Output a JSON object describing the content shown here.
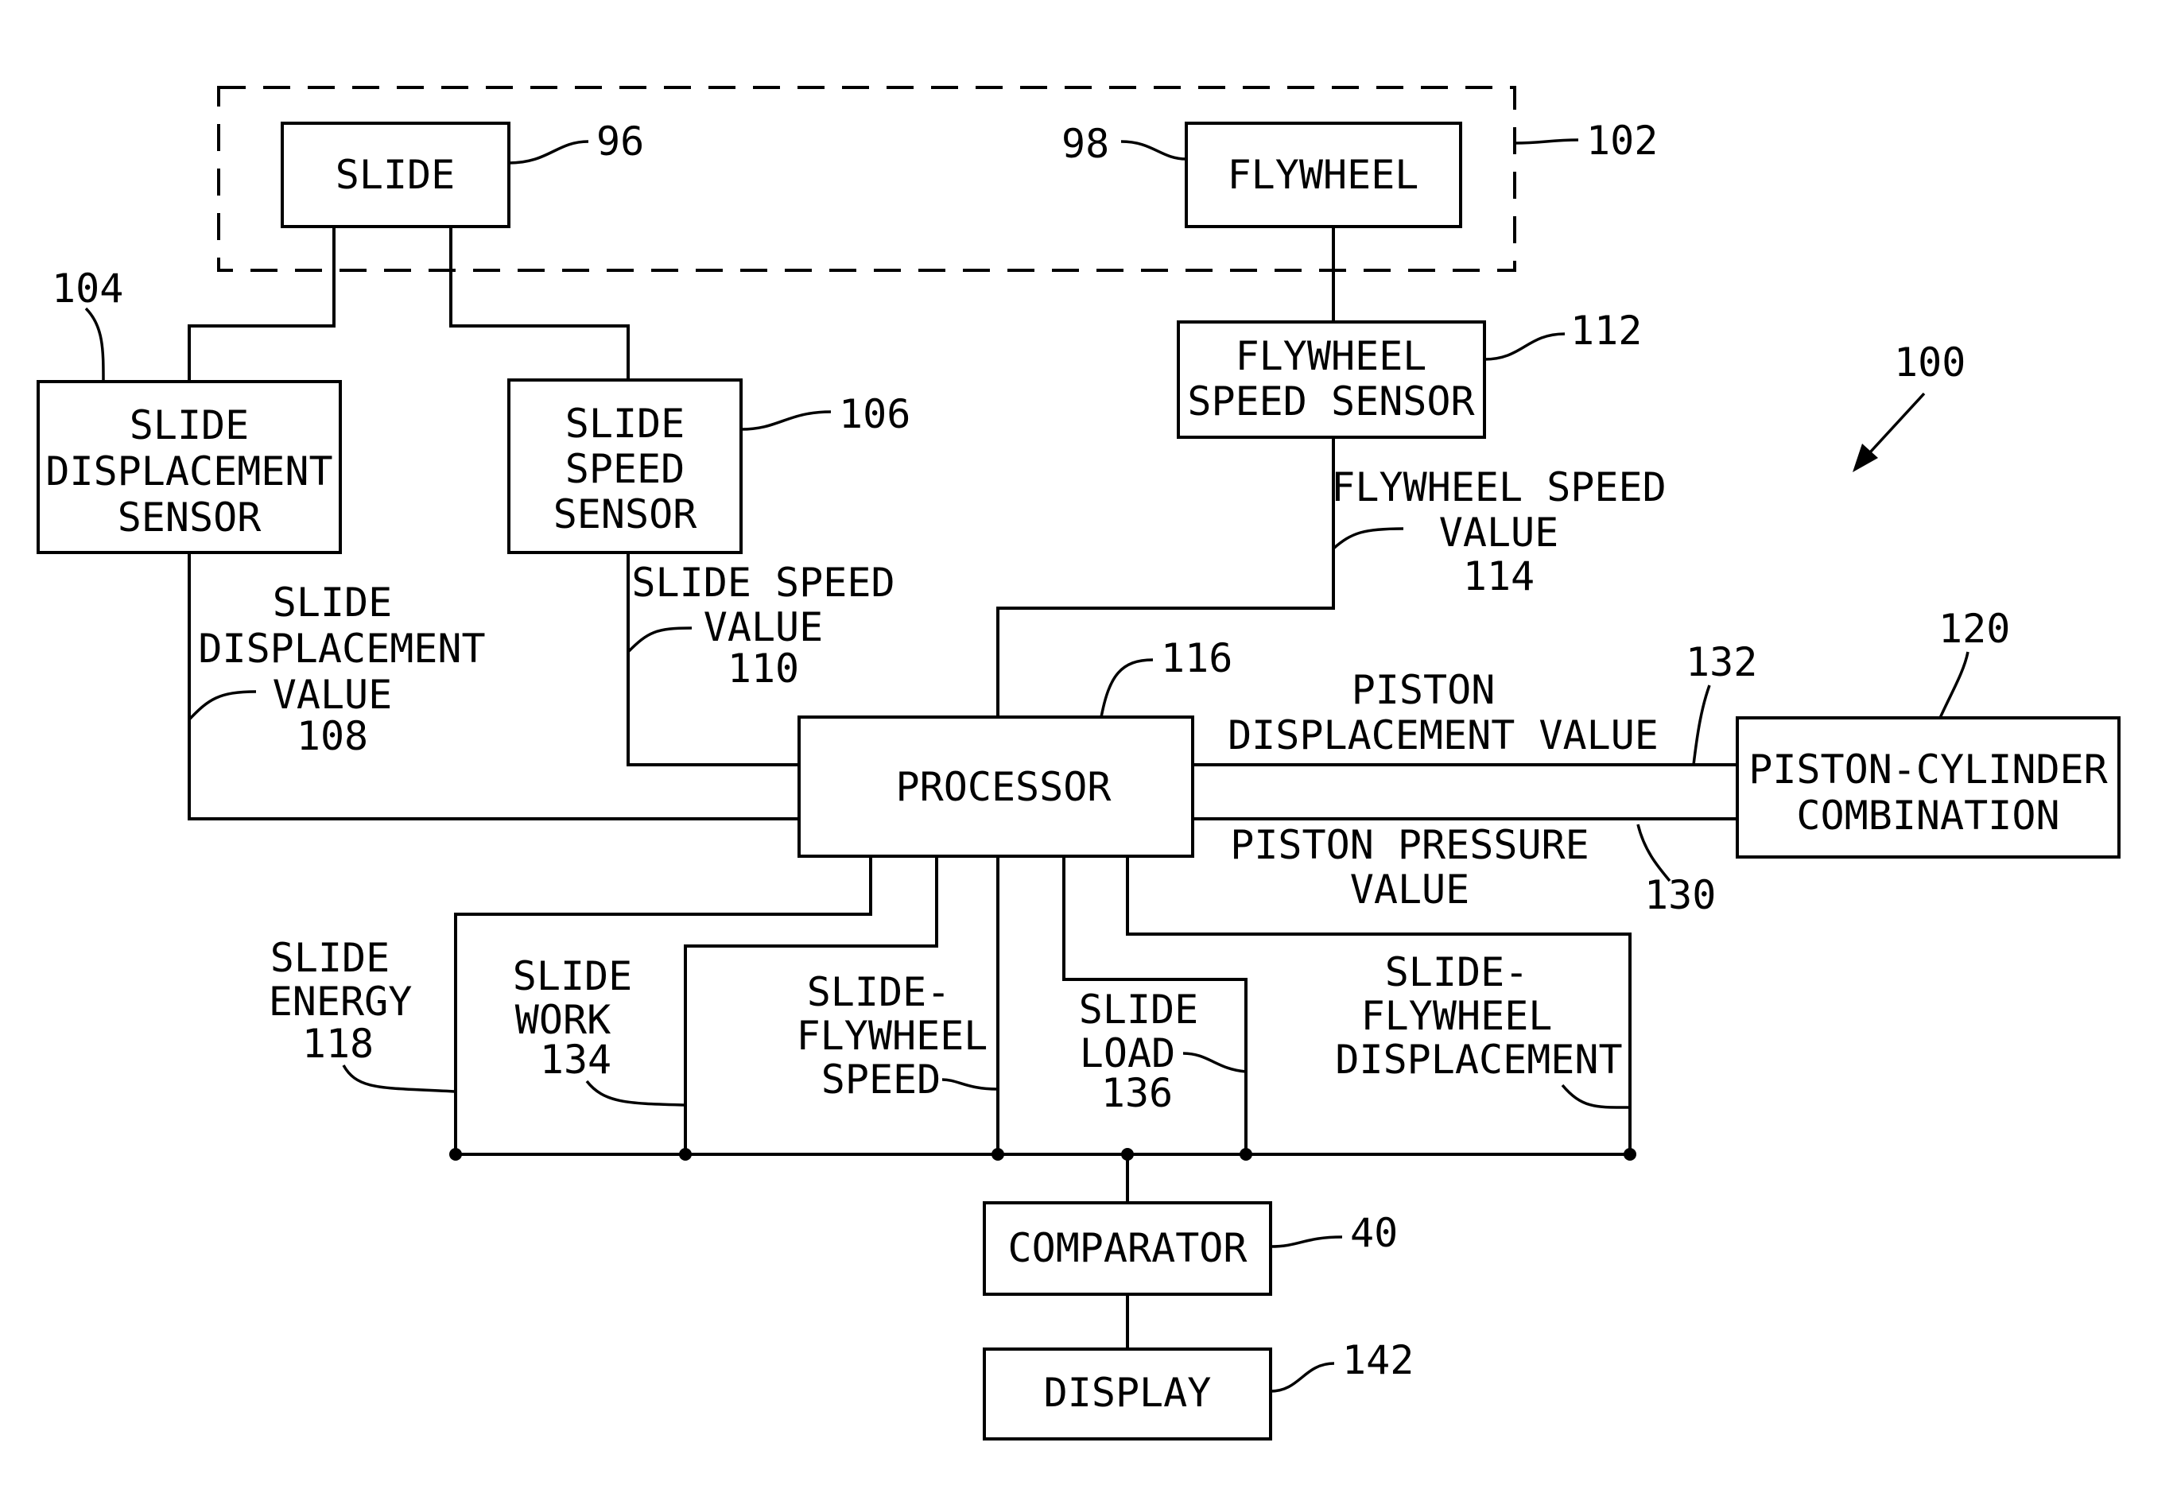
{
  "blocks": {
    "slide": {
      "label": [
        "SLIDE"
      ],
      "ref": "96"
    },
    "flywheel": {
      "label": [
        "FLYWHEEL"
      ],
      "ref": "98"
    },
    "group": {
      "ref": "102"
    },
    "slide_displacement_sensor": {
      "label": [
        "SLIDE",
        "DISPLACEMENT",
        "SENSOR"
      ],
      "ref": "104"
    },
    "slide_speed_sensor": {
      "label": [
        "SLIDE",
        "SPEED",
        "SENSOR"
      ],
      "ref": "106"
    },
    "flywheel_speed_sensor": {
      "label": [
        "FLYWHEEL",
        "SPEED SENSOR"
      ],
      "ref": "112"
    },
    "processor": {
      "label": [
        "PROCESSOR"
      ],
      "ref": "116"
    },
    "piston_cylinder": {
      "label": [
        "PISTON-CYLINDER",
        "COMBINATION"
      ],
      "ref": "120"
    },
    "comparator": {
      "label": [
        "COMPARATOR"
      ],
      "ref": "40"
    },
    "display": {
      "label": [
        "DISPLAY"
      ],
      "ref": "142"
    }
  },
  "system_ref": "100",
  "signals": {
    "slide_displacement_value": {
      "lines": [
        "SLIDE",
        "DISPLACEMENT",
        "VALUE",
        "108"
      ]
    },
    "slide_speed_value": {
      "lines": [
        "SLIDE SPEED",
        "VALUE",
        "110"
      ]
    },
    "flywheel_speed_value": {
      "lines": [
        "FLYWHEEL SPEED",
        "VALUE",
        "114"
      ]
    },
    "piston_displacement_value": {
      "lines": [
        "PISTON",
        "DISPLACEMENT VALUE"
      ],
      "ref": "132"
    },
    "piston_pressure_value": {
      "lines": [
        "PISTON PRESSURE",
        "VALUE"
      ],
      "ref": "130"
    },
    "slide_energy": {
      "lines": [
        "SLIDE",
        "ENERGY",
        "118"
      ]
    },
    "slide_work": {
      "lines": [
        "SLIDE",
        "WORK",
        "134"
      ]
    },
    "slide_flywheel_speed": {
      "lines": [
        "SLIDE-",
        "FLYWHEEL",
        "SPEED"
      ]
    },
    "slide_load": {
      "lines": [
        "SLIDE",
        "LOAD",
        "136"
      ]
    },
    "slide_flywheel_displacement": {
      "lines": [
        "SLIDE-",
        "FLYWHEEL",
        "DISPLACEMENT"
      ]
    }
  }
}
